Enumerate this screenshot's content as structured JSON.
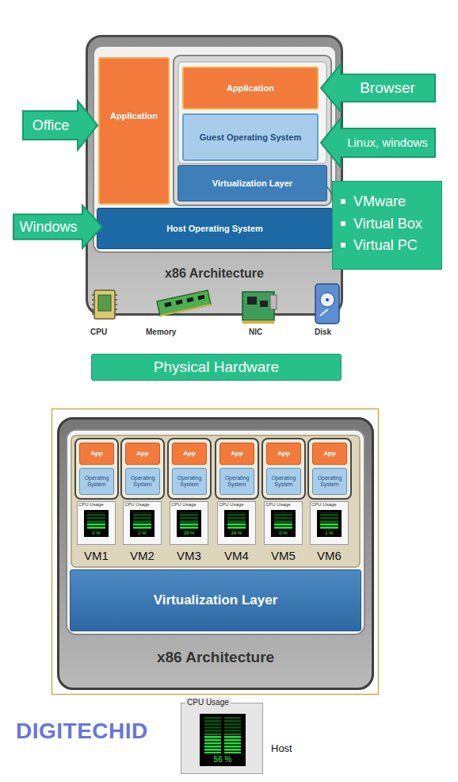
{
  "diagram": {
    "nodes": [
      {
        "text": [
          "x86 Architecture"
        ]
      },
      {
        "text": [
          "Application"
        ],
        "in": 0
      },
      {
        "text": [
          "Application"
        ],
        "in": 0
      },
      {
        "text": [
          "Guest Operating System"
        ],
        "in": 0
      },
      {
        "text": [
          "Virtualization Layer"
        ],
        "in": 0
      },
      {
        "text": [
          "Host Operating System"
        ],
        "in": 0
      },
      {
        "text": [
          "Office"
        ]
      },
      {
        "text": [
          "Windows"
        ]
      },
      {
        "text": [
          "Browser"
        ]
      },
      {
        "text": [
          "Linux, windows"
        ]
      },
      {
        "text": [
          "VMware",
          "Virtual Box",
          "Virtual PC"
        ]
      },
      {
        "text": [
          "Physical Hardware"
        ]
      },
      {
        "text": [
          "x86 Architecture"
        ]
      },
      {
        "text": [
          "App"
        ],
        "in": 12
      },
      {
        "text": [
          "Operating System"
        ],
        "in": 12
      },
      {
        "text": [
          "CPU Usage",
          "0 %",
          "VM1"
        ],
        "in": 12
      },
      {
        "text": [
          "App"
        ],
        "in": 12
      },
      {
        "text": [
          "Operating System"
        ],
        "in": 12
      },
      {
        "text": [
          "CPU Usage",
          "2 %",
          "VM2"
        ],
        "in": 12
      },
      {
        "text": [
          "App"
        ],
        "in": 12
      },
      {
        "text": [
          "Operating System"
        ],
        "in": 12
      },
      {
        "text": [
          "CPU Usage",
          "29 %",
          "VM3"
        ],
        "in": 12
      },
      {
        "text": [
          "App"
        ],
        "in": 12
      },
      {
        "text": [
          "Operating System"
        ],
        "in": 12
      },
      {
        "text": [
          "CPU Usage",
          "24 %",
          "VM4"
        ],
        "in": 12
      },
      {
        "text": [
          "App"
        ],
        "in": 12
      },
      {
        "text": [
          "Operating System"
        ],
        "in": 12
      },
      {
        "text": [
          "CPU Usage",
          "0 %",
          "VM5"
        ],
        "in": 12
      },
      {
        "text": [
          "App"
        ],
        "in": 12
      },
      {
        "text": [
          "Operating System"
        ],
        "in": 12
      },
      {
        "text": [
          "CPU Usage",
          "1 %",
          "VM6"
        ],
        "in": 12
      },
      {
        "text": [
          "Virtualization Layer"
        ],
        "in": 12
      },
      {
        "text": [
          "CPU Usage",
          "56 %"
        ]
      }
    ],
    "edges": [
      {
        "from": 4,
        "to": 10,
        "arrow": "none"
      }
    ],
    "labels": [
      "CPU",
      "Memory",
      "NIC",
      "Disk",
      "DIGITECHID",
      "Host"
    ]
  }
}
